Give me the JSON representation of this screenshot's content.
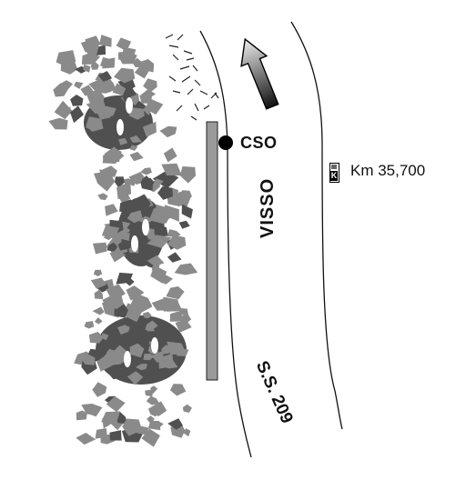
{
  "labels": {
    "site": "CSO",
    "town": "VISSO",
    "road": "S.S. 209",
    "km": "Km 35,700",
    "km_marker_letter": "K"
  },
  "colors": {
    "vegetation_light": "#8a8a8a",
    "vegetation_dark": "#505050",
    "wall": "#9a9a9a",
    "road_edge": "#111111",
    "point": "#000000"
  },
  "icons": {
    "north_arrow": "north-arrow-icon",
    "site_point": "site-point-icon",
    "km_marker": "km-marker-icon"
  }
}
